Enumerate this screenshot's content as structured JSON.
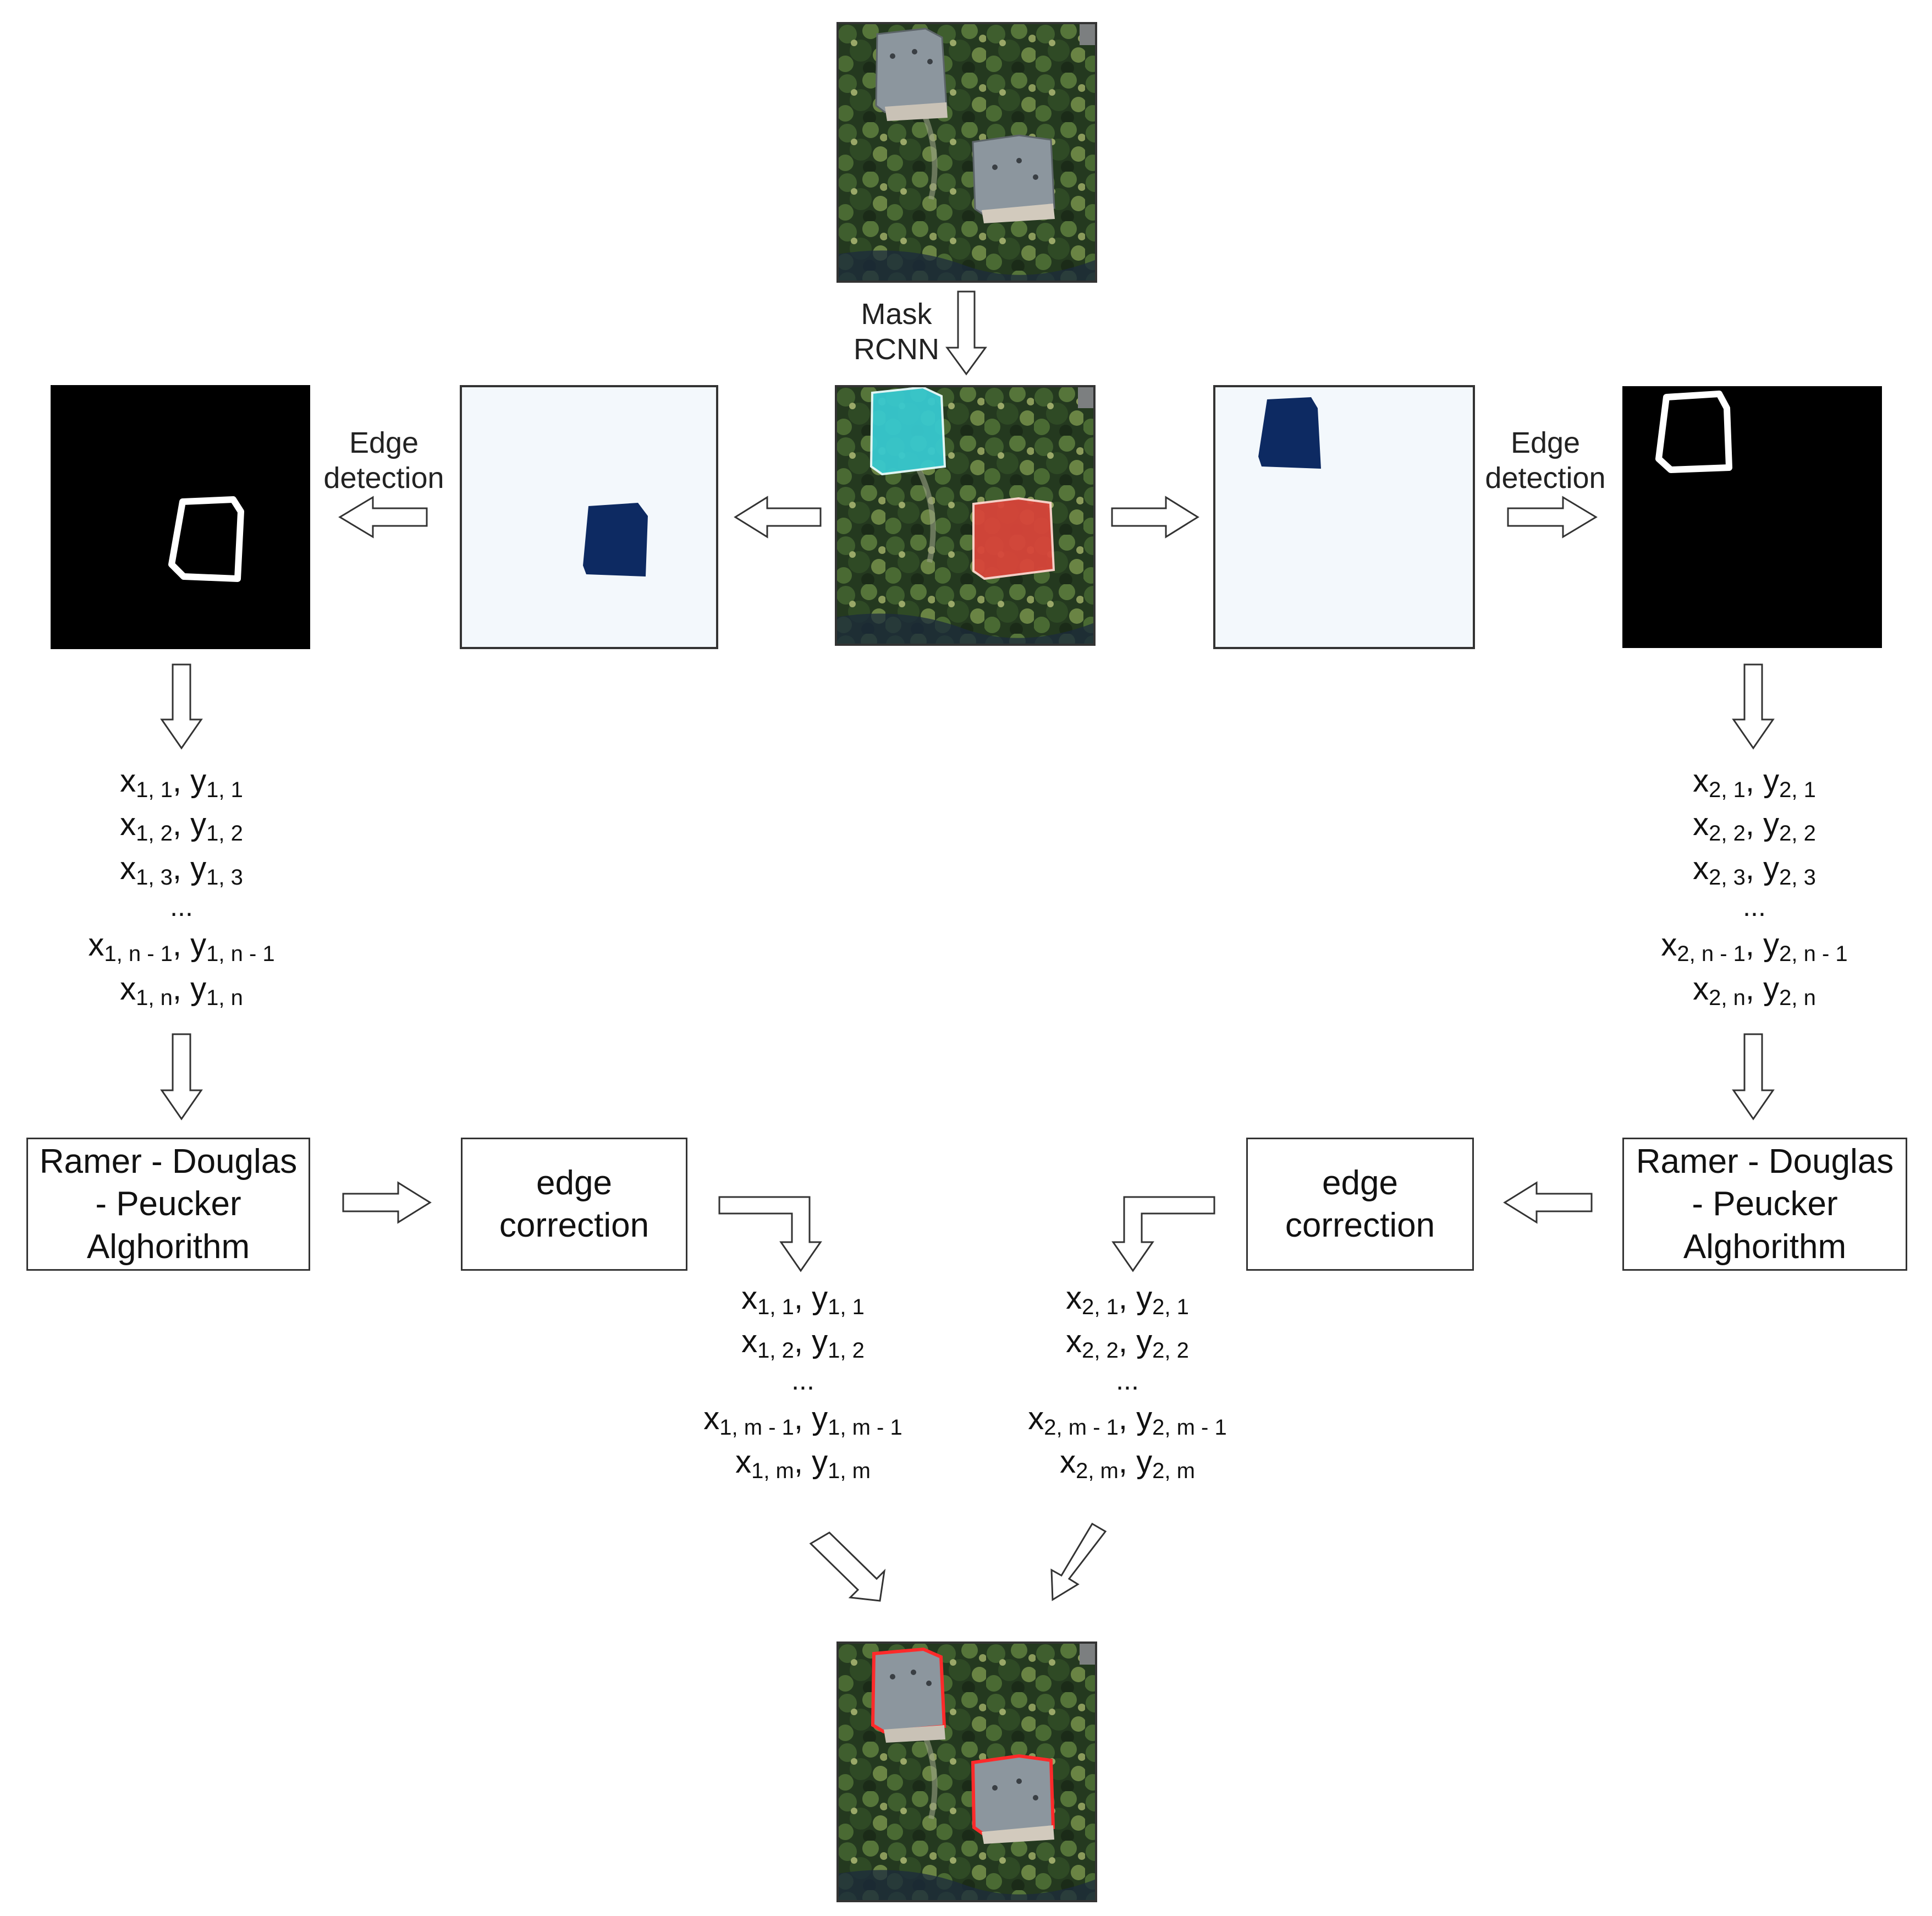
{
  "labels": {
    "mask_rcnn": [
      "Mask",
      "RCNN"
    ],
    "edge_detection": [
      "Edge",
      "detection"
    ]
  },
  "boxes": {
    "rdp": [
      "Ramer - Douglas",
      "- Peucker",
      "Alghorithm"
    ],
    "edge_correction": [
      "edge",
      "correction"
    ]
  },
  "coords": {
    "left_raw": [
      [
        "x",
        "1, 1",
        "y",
        "1, 1"
      ],
      [
        "x",
        "1, 2",
        "y",
        "1, 2"
      ],
      [
        "x",
        "1, 3",
        "y",
        "1, 3"
      ],
      "...",
      [
        "x",
        "1, n - 1",
        "y",
        "1, n - 1"
      ],
      [
        "x",
        "1, n",
        "y",
        "1, n"
      ]
    ],
    "right_raw": [
      [
        "x",
        "2, 1",
        "y",
        "2, 1"
      ],
      [
        "x",
        "2, 2",
        "y",
        "2, 2"
      ],
      [
        "x",
        "2, 3",
        "y",
        "2, 3"
      ],
      "...",
      [
        "x",
        "2, n - 1",
        "y",
        "2, n - 1"
      ],
      [
        "x",
        "2, n",
        "y",
        "2, n"
      ]
    ],
    "left_final": [
      [
        "x",
        "1, 1",
        "y",
        "1, 1"
      ],
      [
        "x",
        "1, 2",
        "y",
        "1, 2"
      ],
      "...",
      [
        "x",
        "1, m - 1",
        "y",
        "1, m - 1"
      ],
      [
        "x",
        "1, m",
        "y",
        "1, m"
      ]
    ],
    "right_final": [
      [
        "x",
        "2, 1",
        "y",
        "2, 1"
      ],
      [
        "x",
        "2, 2",
        "y",
        "2, 2"
      ],
      "...",
      [
        "x",
        "2, m - 1",
        "y",
        "2, m - 1"
      ],
      [
        "x",
        "2, m",
        "y",
        "2, m"
      ]
    ]
  },
  "colors": {
    "mask_fill": "#0d2a62",
    "mask_background": "#f3f8fc",
    "edge_background": "#000000",
    "edge_outline": "#ffffff",
    "instance_cyan": "#38c9cf",
    "instance_red": "#d8453a",
    "result_outline": "#ff2a2a",
    "roof_gray": "#8c969e"
  }
}
